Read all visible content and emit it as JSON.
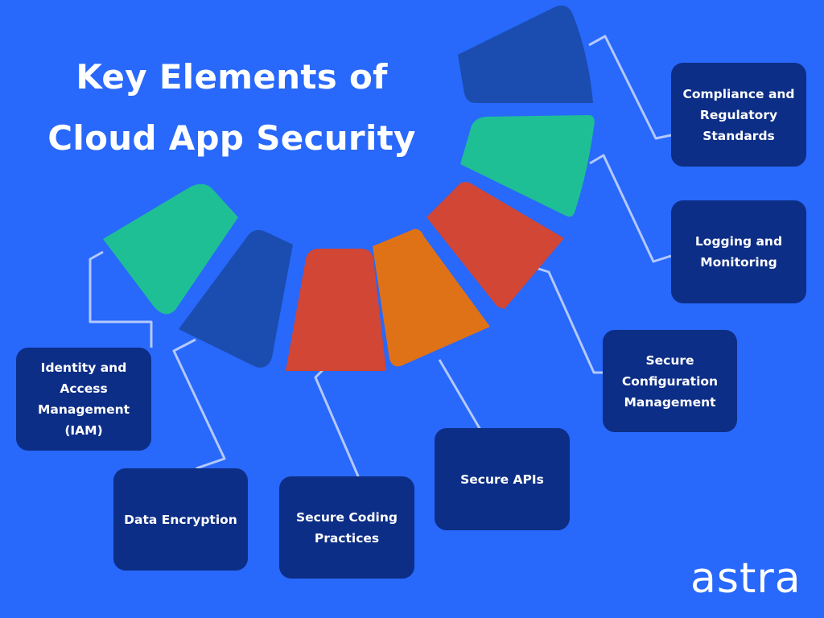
{
  "title": {
    "line1": "Key Elements of",
    "line2": "Cloud App Security"
  },
  "colors": {
    "background": "#2868fb",
    "box": "#0d2e86",
    "teal": "#1fbf95",
    "navy": "#1a4daf",
    "red": "#d14634",
    "orange": "#df7217",
    "connector": "#b3c9ff"
  },
  "elements": [
    {
      "lines": [
        "Identity and",
        "Access",
        "Management",
        "(IAM)"
      ],
      "segment_color": "teal"
    },
    {
      "lines": [
        "Data Encryption"
      ],
      "segment_color": "navy"
    },
    {
      "lines": [
        "Secure Coding",
        "Practices"
      ],
      "segment_color": "red"
    },
    {
      "lines": [
        "Secure APIs"
      ],
      "segment_color": "orange"
    },
    {
      "lines": [
        "Secure",
        "Configuration",
        "Management"
      ],
      "segment_color": "red"
    },
    {
      "lines": [
        "Logging and",
        "Monitoring"
      ],
      "segment_color": "teal"
    },
    {
      "lines": [
        "Compliance and",
        "Regulatory",
        "Standards"
      ],
      "segment_color": "navy"
    }
  ],
  "logo": {
    "text": "astra"
  }
}
